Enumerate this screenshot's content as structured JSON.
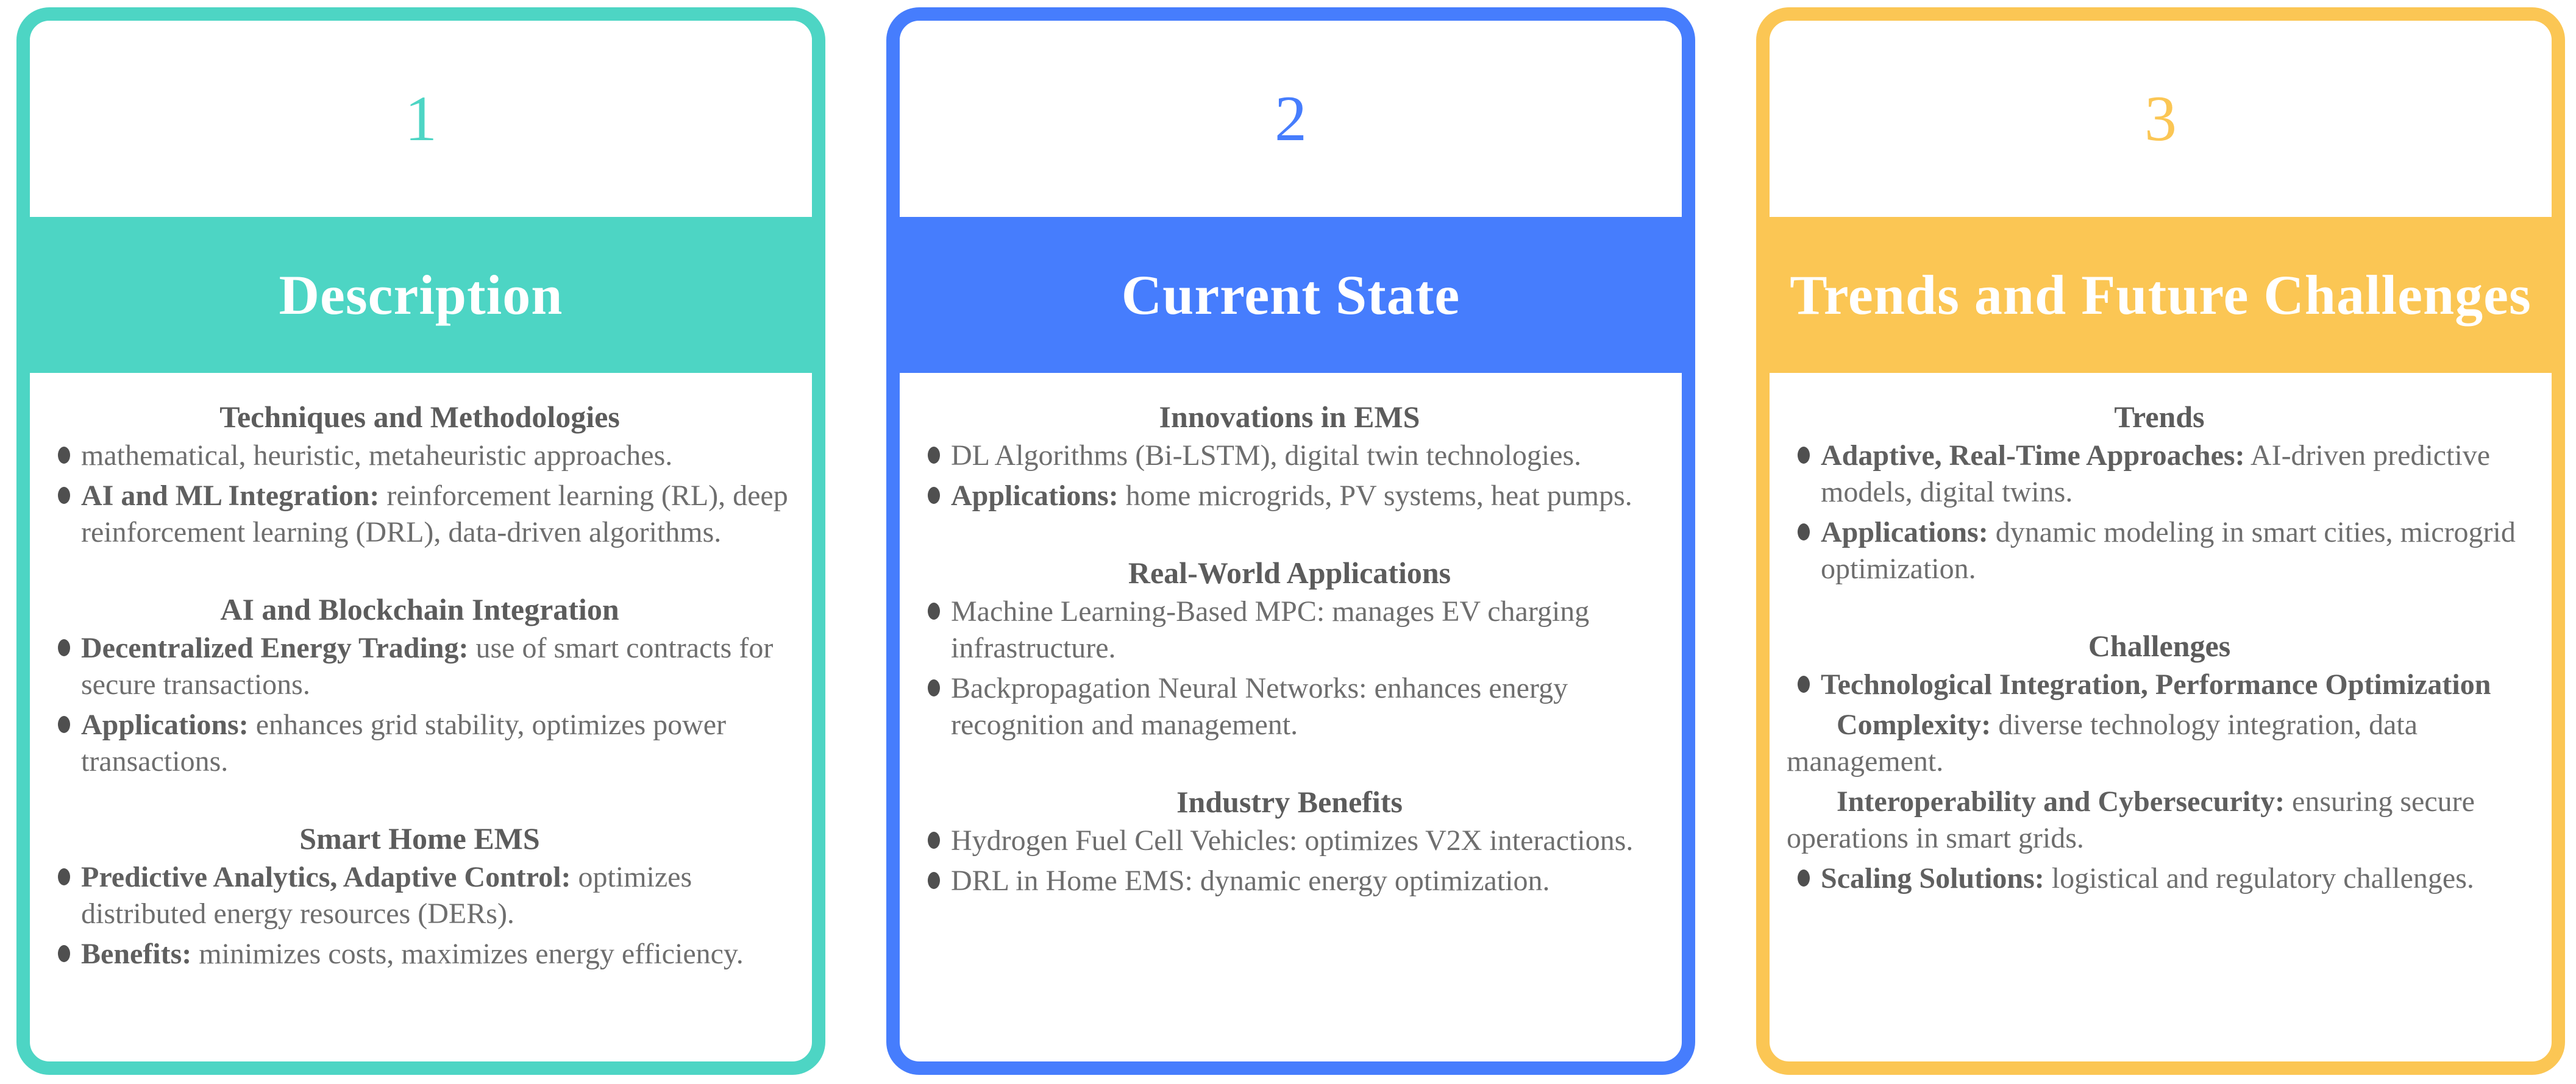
{
  "cards": [
    {
      "number": "1",
      "title": "Description",
      "accent_color": "#4DD5C4",
      "sections": [
        {
          "heading": "Techniques and Methodologies",
          "items": [
            {
              "bullet": true,
              "lead": "",
              "text": "mathematical, heuristic, metaheuristic approaches."
            },
            {
              "bullet": true,
              "lead": " AI and ML Integration:",
              "text": " reinforcement learning (RL), deep reinforcement learning (DRL), data-driven algorithms."
            }
          ]
        },
        {
          "heading": "AI and Blockchain Integration",
          "items": [
            {
              "bullet": true,
              "lead": "Decentralized Energy Trading:",
              "text": " use of smart contracts for secure transactions."
            },
            {
              "bullet": true,
              "lead": "Applications:",
              "text": " enhances grid stability, optimizes power transactions."
            }
          ]
        },
        {
          "heading": "Smart Home EMS",
          "items": [
            {
              "bullet": true,
              "lead": "Predictive Analytics, Adaptive Control:",
              "text": " optimizes distributed energy resources (DERs)."
            },
            {
              "bullet": true,
              "lead": "Benefits:",
              "text": " minimizes costs, maximizes energy efficiency."
            }
          ]
        }
      ]
    },
    {
      "number": "2",
      "title": "Current State",
      "accent_color": "#467DFD",
      "sections": [
        {
          "heading": "Innovations in EMS",
          "items": [
            {
              "bullet": true,
              "lead": "",
              "text": "DL Algorithms (Bi-LSTM), digital twin technologies."
            },
            {
              "bullet": true,
              "lead": "Applications:",
              "text": " home microgrids, PV systems, heat pumps."
            }
          ]
        },
        {
          "heading": "Real-World Applications",
          "items": [
            {
              "bullet": true,
              "lead": "",
              "text": "Machine Learning-Based MPC: manages EV charging infrastructure."
            },
            {
              "bullet": true,
              "lead": "",
              "text": "Backpropagation Neural Networks: enhances energy recognition and management."
            }
          ]
        },
        {
          "heading": "Industry Benefits",
          "items": [
            {
              "bullet": true,
              "lead": "",
              "text": "Hydrogen Fuel Cell Vehicles: optimizes V2X interactions."
            },
            {
              "bullet": true,
              "lead": "",
              "text": "DRL in Home EMS: dynamic energy optimization."
            }
          ]
        }
      ]
    },
    {
      "number": "3",
      "title": "Trends and Future Challenges",
      "accent_color": "#FBC654",
      "sections": [
        {
          "heading": "Trends",
          "items": [
            {
              "bullet": true,
              "lead": "Adaptive, Real-Time Approaches:",
              "text": " AI-driven predictive models, digital twins."
            },
            {
              "bullet": true,
              "lead": "Applications:",
              "text": " dynamic modeling in smart cities, microgrid optimization."
            }
          ]
        },
        {
          "heading": "Challenges",
          "items": [
            {
              "bullet": true,
              "lead": "Technological Integration, Performance Optimization",
              "text": ""
            },
            {
              "bullet": false,
              "lead": "Complexity:",
              "text": " diverse technology integration, data management."
            },
            {
              "bullet": false,
              "lead": "Interoperability and Cybersecurity:",
              "text": " ensuring secure operations in smart grids."
            },
            {
              "bullet": true,
              "lead": "Scaling Solutions:",
              "text": " logistical and regulatory challenges."
            }
          ]
        }
      ]
    }
  ]
}
